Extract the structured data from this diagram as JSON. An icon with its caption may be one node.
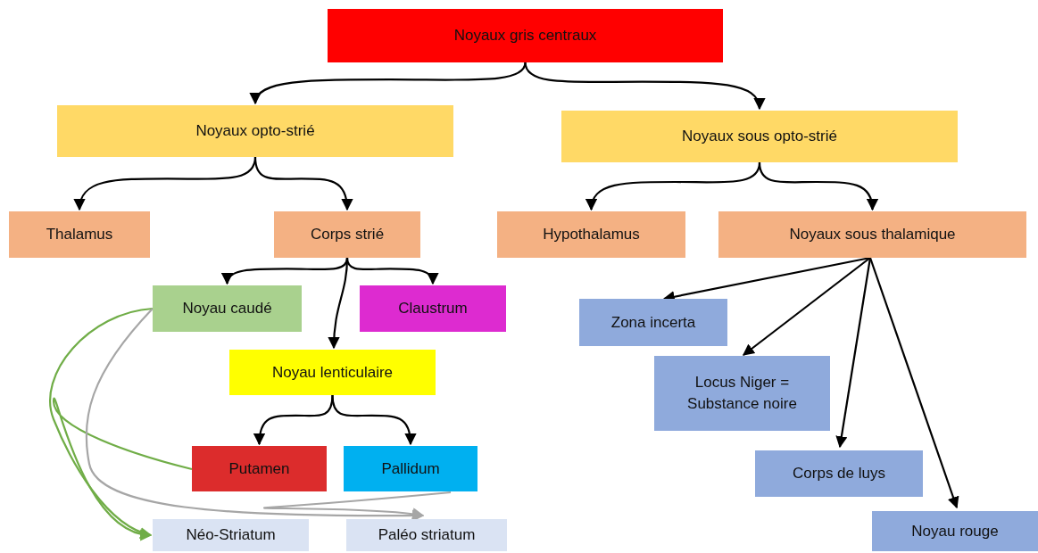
{
  "diagram": {
    "nodes": [
      {
        "text": [
          "Noyaux gris centraux"
        ]
      },
      {
        "text": [
          "Noyaux opto-strié"
        ]
      },
      {
        "text": [
          "Noyaux sous opto-strié"
        ]
      },
      {
        "text": [
          "Thalamus"
        ]
      },
      {
        "text": [
          "Corps strié"
        ]
      },
      {
        "text": [
          "Hypothalamus"
        ]
      },
      {
        "text": [
          "Noyaux sous thalamique"
        ]
      },
      {
        "text": [
          "Noyau caudé"
        ]
      },
      {
        "text": [
          "Claustrum"
        ]
      },
      {
        "text": [
          "Noyau lenticulaire"
        ]
      },
      {
        "text": [
          "Putamen"
        ]
      },
      {
        "text": [
          "Pallidum"
        ]
      },
      {
        "text": [
          "Néo-Striatum"
        ]
      },
      {
        "text": [
          "Paléo striatum"
        ]
      },
      {
        "text": [
          "Zona incerta"
        ]
      },
      {
        "text": [
          "Locus Niger = Substance noire"
        ]
      },
      {
        "text": [
          "Corps de luys"
        ]
      },
      {
        "text": [
          "Noyau rouge"
        ]
      }
    ],
    "edges": [
      {
        "from": 0,
        "to": 1,
        "arrow": "to"
      },
      {
        "from": 0,
        "to": 2,
        "arrow": "to"
      },
      {
        "from": 1,
        "to": 3,
        "arrow": "to"
      },
      {
        "from": 1,
        "to": 4,
        "arrow": "to"
      },
      {
        "from": 2,
        "to": 5,
        "arrow": "to"
      },
      {
        "from": 2,
        "to": 6,
        "arrow": "to"
      },
      {
        "from": 4,
        "to": 7,
        "arrow": "to"
      },
      {
        "from": 4,
        "to": 8,
        "arrow": "to"
      },
      {
        "from": 4,
        "to": 9,
        "arrow": "to"
      },
      {
        "from": 9,
        "to": 10,
        "arrow": "to"
      },
      {
        "from": 9,
        "to": 11,
        "arrow": "to"
      },
      {
        "from": 6,
        "to": 14,
        "arrow": "to"
      },
      {
        "from": 6,
        "to": 15,
        "arrow": "to"
      },
      {
        "from": 6,
        "to": 16,
        "arrow": "to"
      },
      {
        "from": 6,
        "to": 17,
        "arrow": "to"
      },
      {
        "from": 7,
        "to": 12,
        "arrow": "to",
        "color": "#70ad47"
      },
      {
        "from": 10,
        "to": 12,
        "arrow": "to",
        "color": "#70ad47"
      },
      {
        "from": 7,
        "to": 13,
        "arrow": "to",
        "color": "#a6a6a6"
      },
      {
        "from": 11,
        "to": 13,
        "arrow": "to",
        "color": "#a6a6a6"
      }
    ]
  }
}
